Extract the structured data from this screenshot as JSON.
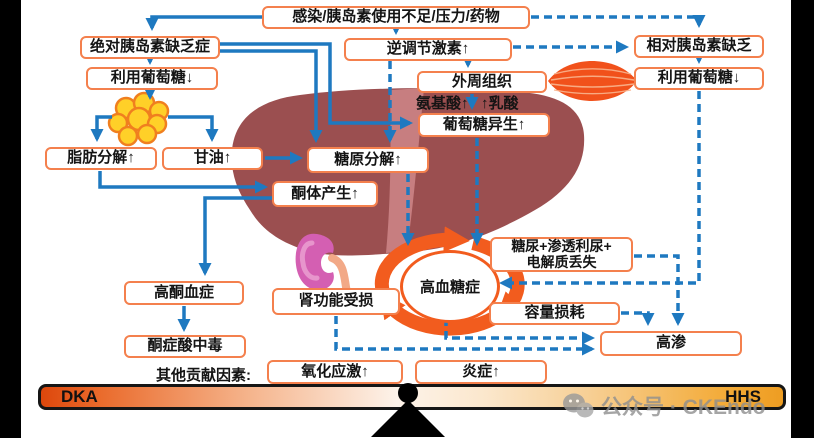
{
  "diagram": {
    "nodes": {
      "trigger": "感染/胰岛素使用不足/压力/药物",
      "absolute_insulin_deficiency": "绝对胰岛素缺乏症",
      "glucose_utilization_left": "利用葡萄糖↓",
      "counterregulatory_hormones": "逆调节激素↑",
      "relative_insulin_deficiency": "相对胰岛素缺乏",
      "glucose_utilization_right": "利用葡萄糖↓",
      "peripheral_tissue": "外周组织",
      "amino_acids": "氨基酸↑",
      "lactate": "↑乳酸",
      "gluconeogenesis": "葡萄糖异生↑",
      "glycogenolysis": "糖原分解↑",
      "ketone_production": "酮体产生↑",
      "lipolysis": "脂肪分解↑",
      "glycerol": "甘油↑",
      "hyperketonemia": "高酮血症",
      "ketoacidosis": "酮症酸中毒",
      "renal_impairment": "肾功能受损",
      "hyperglycemia": "高血糖症",
      "glycosuria_line1": "糖尿+渗透利尿+",
      "glycosuria_line2": "电解质丢失",
      "volume_depletion": "容量损耗",
      "hyperosmolarity": "高渗",
      "other_factors_label": "其他贡献因素:",
      "oxidative_stress": "氧化应激↑",
      "inflammation": "炎症↑"
    },
    "spectrum": {
      "left_label": "DKA",
      "right_label": "HHS"
    },
    "watermark": "公众号 · CKEndo",
    "colors": {
      "arrow_blue": "#1e79c0",
      "box_border_orange": "#f4804d",
      "cycle_orange": "#f25c1e",
      "liver_red": "#9b4f50",
      "fat_yellow": "#ffd028",
      "kidney_pink": "#d45fb2",
      "bar_left": "#dd470c",
      "bar_right": "#ee9d22"
    }
  }
}
